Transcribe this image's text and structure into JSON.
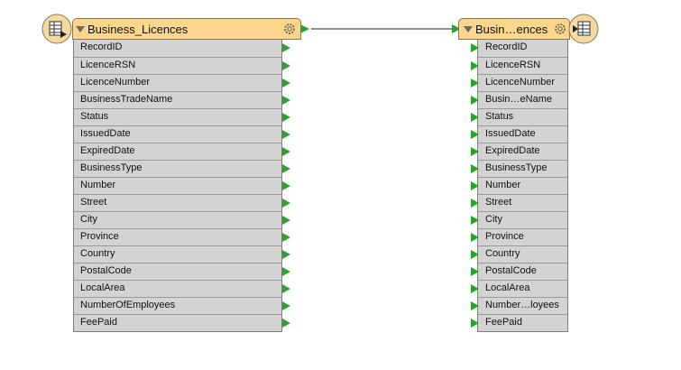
{
  "reader": {
    "title": "Business_Licences",
    "attributes": [
      "RecordID",
      "LicenceRSN",
      "LicenceNumber",
      "BusinessTradeName",
      "Status",
      "IssuedDate",
      "ExpiredDate",
      "BusinessType",
      "Number",
      "Street",
      "City",
      "Province",
      "Country",
      "PostalCode",
      "LocalArea",
      "NumberOfEmployees",
      "FeePaid"
    ]
  },
  "writer": {
    "title": "Busin…ences",
    "attributes": [
      "RecordID",
      "LicenceRSN",
      "LicenceNumber",
      "Busin…eName",
      "Status",
      "IssuedDate",
      "ExpiredDate",
      "BusinessType",
      "Number",
      "Street",
      "City",
      "Province",
      "Country",
      "PostalCode",
      "LocalArea",
      "Number…loyees",
      "FeePaid"
    ]
  },
  "colors": {
    "header": "#fbd68c",
    "port": "#29a329",
    "row": "#d3d3d3"
  },
  "icons": {
    "feature_type": "table-icon",
    "properties": "gear-icon",
    "collapse": "triangle-down-icon",
    "port": "green-arrow-port-icon"
  }
}
